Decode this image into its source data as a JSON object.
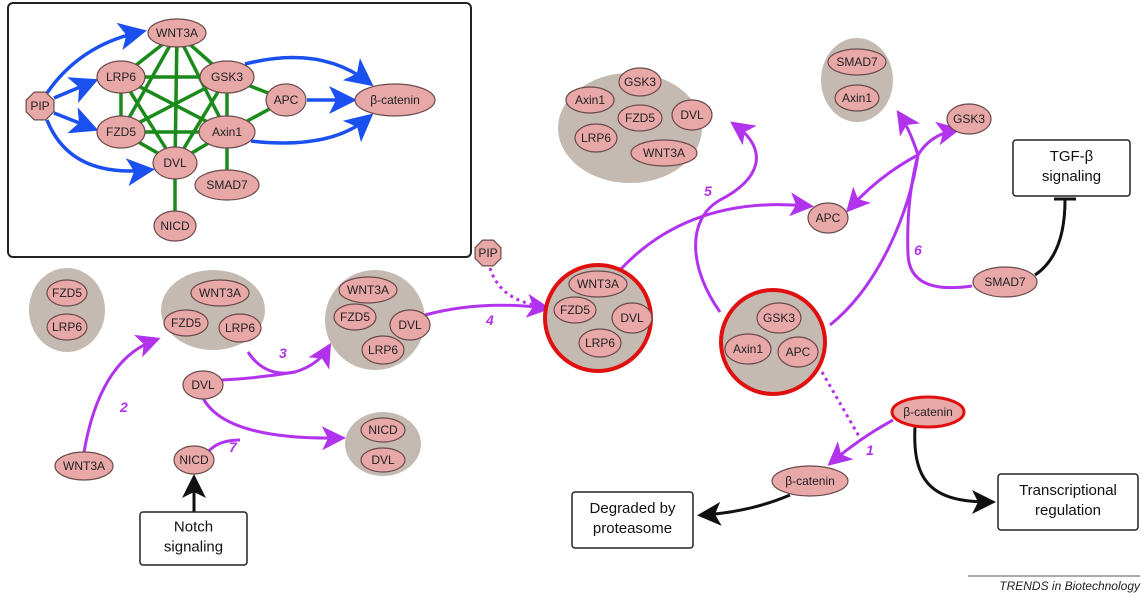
{
  "colors": {
    "node_fill": "#e8a8a8",
    "complex_fill": "#c4bab2",
    "active_outline": "#e01010",
    "purple": "#b233ee",
    "blue": "#1a4ff0",
    "green": "#1a8a1a"
  },
  "inset": {
    "nodes": [
      {
        "id": "wnt3a",
        "label": "WNT3A"
      },
      {
        "id": "lrp6",
        "label": "LRP6"
      },
      {
        "id": "gsk3",
        "label": "GSK3"
      },
      {
        "id": "pip",
        "label": "PIP",
        "shape": "octagon"
      },
      {
        "id": "apc",
        "label": "APC"
      },
      {
        "id": "bcat",
        "label": "β-catenin"
      },
      {
        "id": "fzd5",
        "label": "FZD5"
      },
      {
        "id": "axin1",
        "label": "Axin1"
      },
      {
        "id": "dvl",
        "label": "DVL"
      },
      {
        "id": "smad7",
        "label": "SMAD7"
      },
      {
        "id": "nicd",
        "label": "NICD"
      }
    ],
    "interactions": [
      [
        "wnt3a",
        "lrp6"
      ],
      [
        "wnt3a",
        "gsk3"
      ],
      [
        "wnt3a",
        "fzd5"
      ],
      [
        "wnt3a",
        "axin1"
      ],
      [
        "wnt3a",
        "dvl"
      ],
      [
        "lrp6",
        "gsk3"
      ],
      [
        "lrp6",
        "fzd5"
      ],
      [
        "lrp6",
        "axin1"
      ],
      [
        "lrp6",
        "dvl"
      ],
      [
        "gsk3",
        "fzd5"
      ],
      [
        "gsk3",
        "axin1"
      ],
      [
        "gsk3",
        "dvl"
      ],
      [
        "gsk3",
        "apc"
      ],
      [
        "fzd5",
        "axin1"
      ],
      [
        "fzd5",
        "dvl"
      ],
      [
        "axin1",
        "dvl"
      ],
      [
        "axin1",
        "apc"
      ],
      [
        "axin1",
        "smad7"
      ],
      [
        "dvl",
        "nicd"
      ]
    ],
    "regulations": [
      [
        "pip",
        "wnt3a"
      ],
      [
        "pip",
        "lrp6"
      ],
      [
        "pip",
        "fzd5"
      ],
      [
        "pip",
        "dvl"
      ],
      [
        "gsk3",
        "bcat"
      ],
      [
        "apc",
        "bcat"
      ],
      [
        "axin1",
        "bcat"
      ]
    ]
  },
  "complexes": [
    {
      "id": "c1",
      "members": [
        "FZD5",
        "LRP6"
      ]
    },
    {
      "id": "c2",
      "members": [
        "WNT3A",
        "FZD5",
        "LRP6"
      ]
    },
    {
      "id": "c3",
      "members": [
        "WNT3A",
        "FZD5",
        "DVL",
        "LRP6"
      ]
    },
    {
      "id": "c4",
      "members": [
        "WNT3A",
        "FZD5",
        "DVL",
        "LRP6"
      ],
      "active": true
    },
    {
      "id": "c5",
      "members": [
        "GSK3",
        "Axin1",
        "APC"
      ],
      "active": true
    },
    {
      "id": "c6",
      "members": [
        "Axin1",
        "GSK3",
        "FZD5",
        "DVL",
        "LRP6",
        "WNT3A"
      ]
    },
    {
      "id": "c7",
      "members": [
        "SMAD7",
        "Axin1"
      ]
    },
    {
      "id": "c8",
      "members": [
        "NICD",
        "DVL"
      ]
    }
  ],
  "free_nodes": [
    {
      "id": "pip2",
      "label": "PIP",
      "shape": "octagon"
    },
    {
      "id": "apc2",
      "label": "APC"
    },
    {
      "id": "gsk3b",
      "label": "GSK3"
    },
    {
      "id": "smad7b",
      "label": "SMAD7"
    },
    {
      "id": "bcat_active",
      "label": "β-catenin",
      "active": true
    },
    {
      "id": "bcat2",
      "label": "β-catenin"
    },
    {
      "id": "dvl2",
      "label": "DVL"
    },
    {
      "id": "nicd2",
      "label": "NICD"
    },
    {
      "id": "wnt3a2",
      "label": "WNT3A"
    }
  ],
  "boxes": [
    {
      "id": "tgf",
      "lines": [
        "TGF-β",
        "signaling"
      ]
    },
    {
      "id": "notch",
      "lines": [
        "Notch",
        "signaling"
      ]
    },
    {
      "id": "degraded",
      "lines": [
        "Degraded by",
        "proteasome"
      ]
    },
    {
      "id": "transcription",
      "lines": [
        "Transcriptional",
        "regulation"
      ]
    }
  ],
  "steps": [
    "1",
    "2",
    "3",
    "4",
    "5",
    "6",
    "7"
  ],
  "footer": "TRENDS in Biotechnology"
}
